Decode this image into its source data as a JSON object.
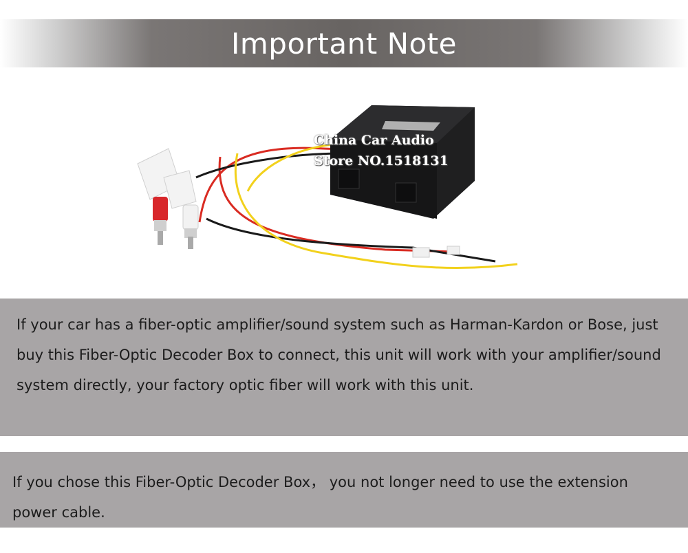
{
  "banner": {
    "title": "Important Note"
  },
  "product": {
    "watermark_line1": "China Car Audio",
    "watermark_line2": "Store NO.1518131",
    "image_subject": "fiber-optic-decoder-box"
  },
  "notes": [
    {
      "text": "If your car has a fiber-optic amplifier/sound system such as Harman-Kardon or Bose, just buy this Fiber-Optic Decoder Box to connect, this unit will work with your amplifier/sound system directly, your factory optic fiber will work with this unit."
    },
    {
      "text": "If you chose this Fiber-Optic Decoder Box， you not longer need to use the extension power cable."
    }
  ],
  "colors": {
    "banner_bg": "#686462",
    "panel_bg": "#a8a5a6",
    "text": "#1c1c1c"
  }
}
